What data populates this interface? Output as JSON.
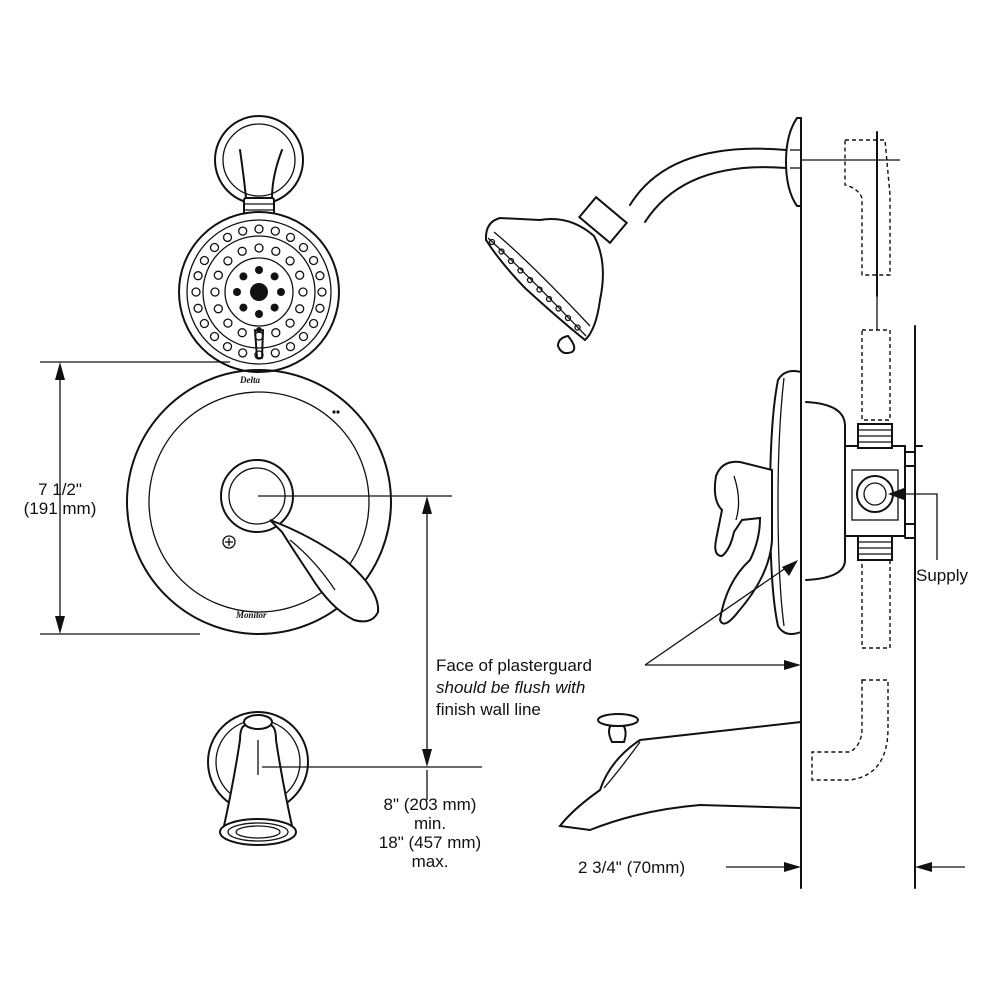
{
  "dimensions": {
    "height_in": "7 1/2\"",
    "height_mm": "(191 mm)",
    "spout_min_in": "8\" (203 mm)",
    "spout_min_word": "min.",
    "spout_max_in": "18\" (457 mm)",
    "spout_max_word": "max.",
    "depth": "2 3/4\" (70mm)"
  },
  "callouts": {
    "supply": "Supply",
    "plasterguard_line1": "Face of plasterguard",
    "plasterguard_line2": "should be flush with",
    "plasterguard_line3": "finish wall line"
  },
  "branding": {
    "trim_top": "Delta",
    "trim_bottom": "Monitor"
  }
}
